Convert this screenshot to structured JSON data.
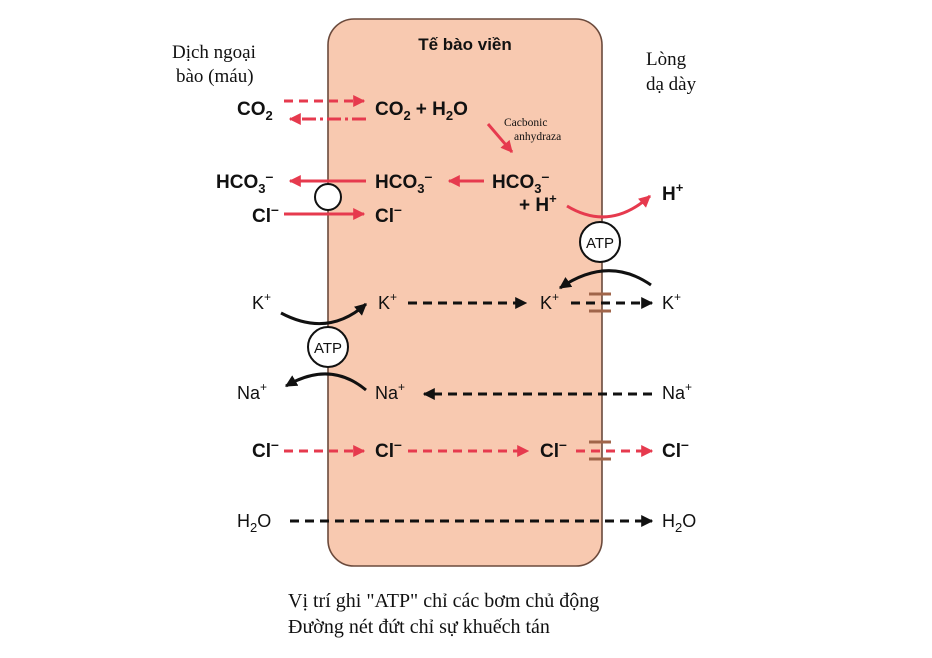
{
  "title": "Tế bào viền",
  "left_region": {
    "line1": "Dịch ngoại",
    "line2": "bào (máu)"
  },
  "right_region": {
    "line1": "Lòng",
    "line2": "dạ dày"
  },
  "enzyme": {
    "line1": "Cacbonic",
    "line2": "anhydraza"
  },
  "pump_label": "ATP",
  "rows": {
    "co2": {
      "left": "CO",
      "left_sub": "2",
      "mid1": "CO",
      "mid1_sub": "2",
      "plus": "+ H",
      "mid2_sub": "2",
      "mid2_end": "O"
    },
    "hco3": {
      "left": "HCO",
      "left_sub": "3",
      "left_sup": "–",
      "mid": "HCO",
      "mid_sub": "3",
      "mid_sup": "–",
      "right": "HCO",
      "right_sub": "3",
      "right_sup": "–",
      "plus_h": "+ H",
      "plus_h_sup": "+"
    },
    "h_out": {
      "text": "H",
      "sup": "+"
    },
    "cl1": {
      "left": "Cl",
      "left_sup": "–",
      "mid": "Cl",
      "mid_sup": "–"
    },
    "k": {
      "left": "K",
      "left_sup": "+",
      "mid": "K",
      "mid_sup": "+",
      "right": "K",
      "right_sup": "+",
      "lumen": "K",
      "lumen_sup": "+"
    },
    "na": {
      "left": "Na",
      "left_sup": "+",
      "mid": "Na",
      "mid_sup": "+",
      "lumen": "Na",
      "lumen_sup": "+"
    },
    "cl2": {
      "left": "Cl",
      "left_sup": "–",
      "mid": "Cl",
      "mid_sup": "–",
      "right": "Cl",
      "right_sup": "–",
      "lumen": "Cl",
      "lumen_sup": "–"
    },
    "h2o": {
      "left": "H",
      "left_sub": "2",
      "left_end": "O",
      "right": "H",
      "right_sub": "2",
      "right_end": "O"
    }
  },
  "legend": {
    "line1": "Vị trí ghi \"ATP\" chỉ các bơm chủ động",
    "line2": "Đường nét đứt chỉ sự khuếch tán"
  },
  "colors": {
    "cell_fill": "#f8c9b0",
    "cell_stroke": "#6b4a3c",
    "red": "#e63a4e",
    "black": "#111111",
    "channel": "#a0654a"
  }
}
